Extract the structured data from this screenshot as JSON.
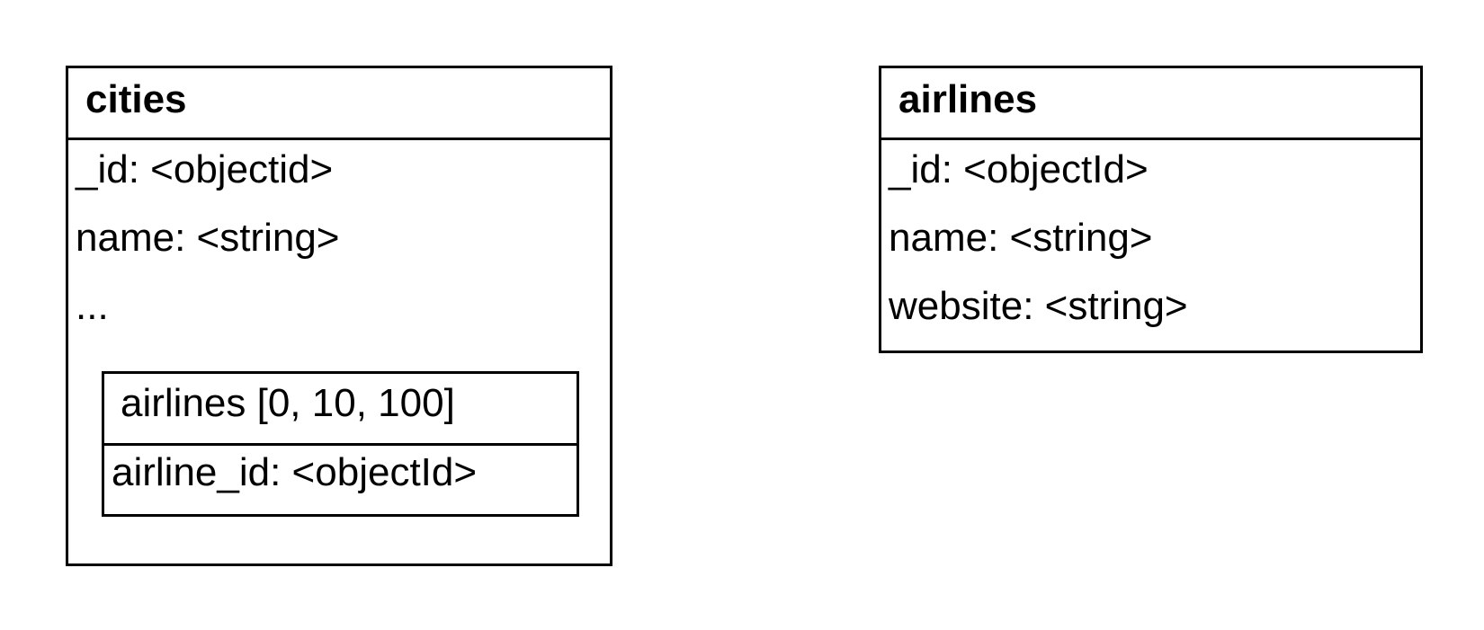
{
  "cities": {
    "title": "cities",
    "fields": [
      "_id: <objectid>",
      "name: <string>",
      "..."
    ],
    "embedded": {
      "title": "airlines [0, 10, 100]",
      "fields": [
        "airline_id: <objectId>"
      ]
    }
  },
  "airlines": {
    "title": "airlines",
    "fields": [
      "_id: <objectId>",
      "name: <string>",
      "website: <string>"
    ]
  }
}
